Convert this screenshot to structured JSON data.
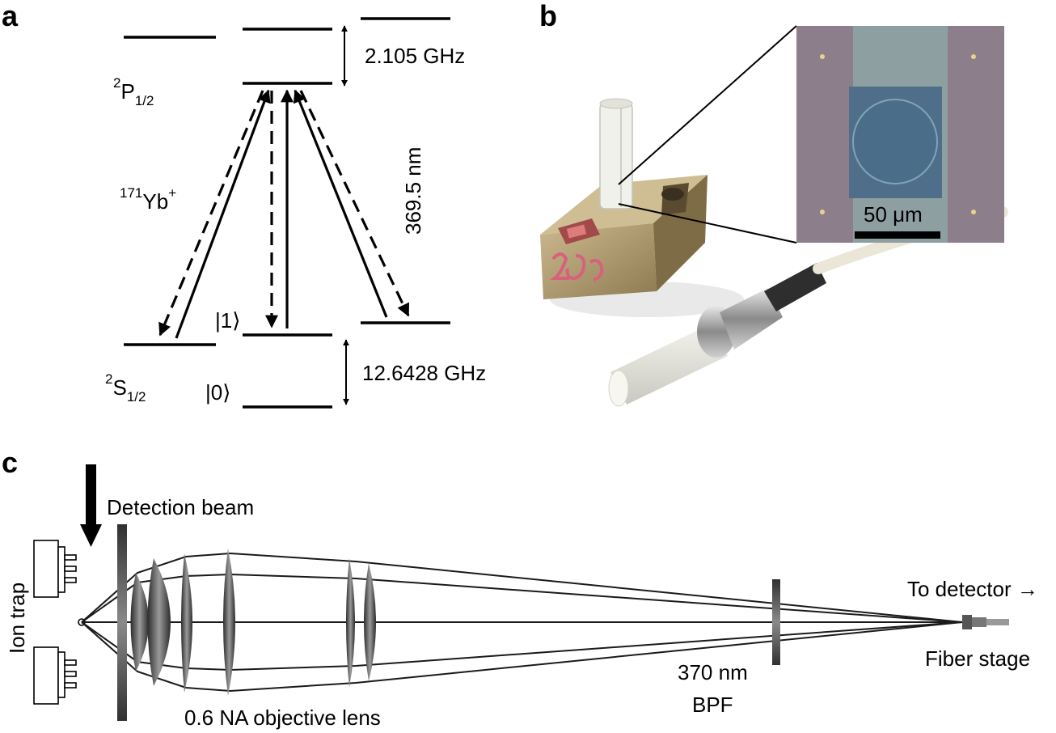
{
  "panel_a": {
    "letter": "a",
    "p_level": {
      "sup": "2",
      "main": "P",
      "sub": "1/2"
    },
    "s_level": {
      "sup": "2",
      "main": "S",
      "sub": "1/2"
    },
    "ion": {
      "sup": "171",
      "main": "Yb",
      "charge": "+"
    },
    "wavelength": "369.5 nm",
    "p_splitting": "2.105 GHz",
    "s_splitting": "12.6428 GHz",
    "ket_1": "|1⟩",
    "ket_0": "|0⟩"
  },
  "panel_b": {
    "letter": "b",
    "scale_bar": "50 μm",
    "colors": {
      "pad": "#8d7e8c",
      "channel": "#8e9fa2",
      "mirror": "#4f6e8a",
      "block": "#b7a27a"
    }
  },
  "panel_c": {
    "letter": "c",
    "ion_trap": "Ion trap",
    "detection_beam": "Detection beam",
    "objective": "0.6 NA objective lens",
    "filter_line1": "370 nm",
    "filter_line2": "BPF",
    "to_detector": "To detector →",
    "fiber_stage": "Fiber stage"
  }
}
